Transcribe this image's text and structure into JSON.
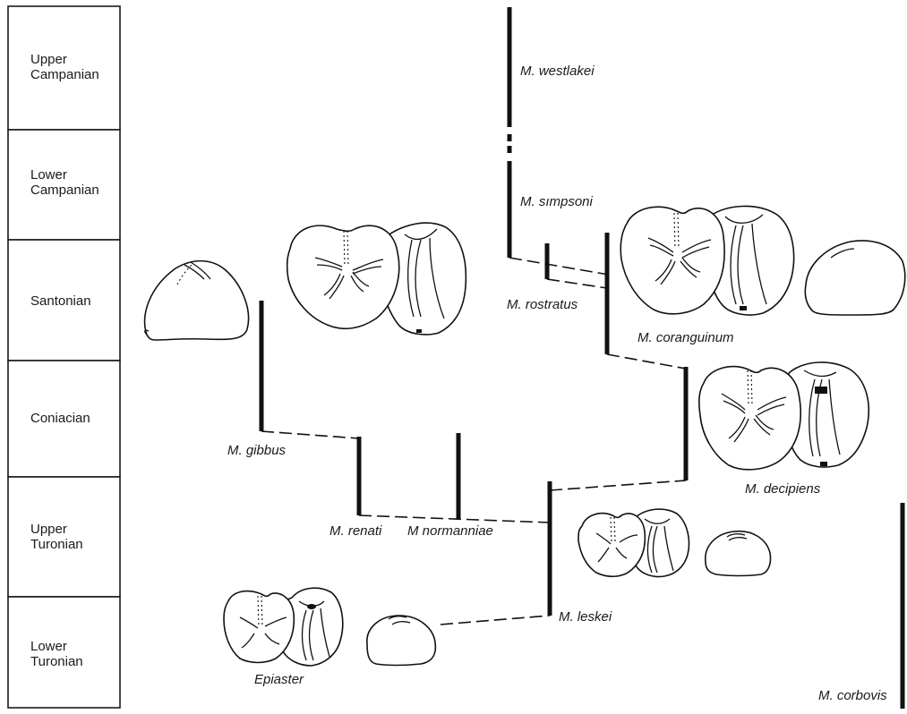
{
  "stages": [
    {
      "label": "Upper\nCampanian"
    },
    {
      "label": "Lower\nCampanian"
    },
    {
      "label": "Santonian"
    },
    {
      "label": "Coniacian"
    },
    {
      "label": "Upper\nTuronian"
    },
    {
      "label": "Lower\nTuronian"
    }
  ],
  "taxa": {
    "westlakei": "M. westlakei",
    "simpsoni": "M. sımpsoni",
    "rostratus": "M. rostratus",
    "coranguinum": "M. coranguinum",
    "gibbus": "M. gibbus",
    "decipiens": "M. decipiens",
    "renati": "M. renati",
    "normanniae": "M  normanniae",
    "leskei": "M. leskei",
    "epiaster": "Epiaster",
    "corbovis": "M. corbovis"
  }
}
